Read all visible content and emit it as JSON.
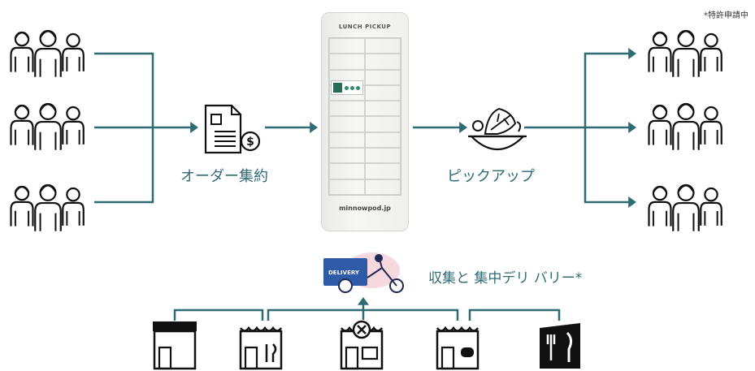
{
  "patent_note": "*特許申請中",
  "locker": {
    "brand": "LUNCH PICKUP",
    "url": "minnowpod.jp"
  },
  "labels": {
    "order": "オーダー集約",
    "pickup": "ピックアップ",
    "delivery": "収集と 集中デリ バリー*"
  },
  "delivery_truck_text": "DELIVERY",
  "colors": {
    "accent": "#2f6b73",
    "icon": "#111111"
  },
  "icons": {
    "people_groups": 6,
    "shops": [
      "shop-awning-icon",
      "cafe-icon",
      "closed-shop-icon",
      "burger-shop-icon",
      "restaurant-icon"
    ]
  }
}
